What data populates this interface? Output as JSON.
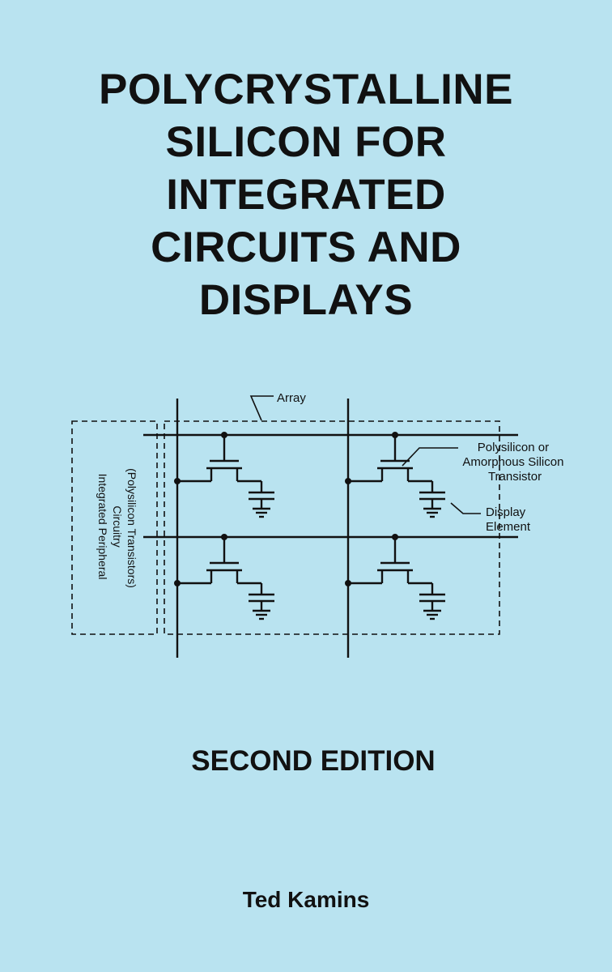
{
  "cover": {
    "background_color": "#b9e3f0",
    "text_color": "#111111",
    "title_lines": [
      "POLYCRYSTALLINE",
      "SILICON FOR",
      "INTEGRATED",
      "CIRCUITS AND",
      "DISPLAYS"
    ],
    "edition": "SECOND EDITION",
    "author": "Ted Kamins"
  },
  "diagram": {
    "array_label": "Array",
    "transistor_label": [
      "Polysilicon or",
      "Amorphous Silicon",
      "Transistor"
    ],
    "display_label": [
      "Display",
      "Element"
    ],
    "peripheral_label": [
      "Integrated Peripheral",
      "Circuitry",
      "(Polysilicon Transistors)"
    ]
  }
}
